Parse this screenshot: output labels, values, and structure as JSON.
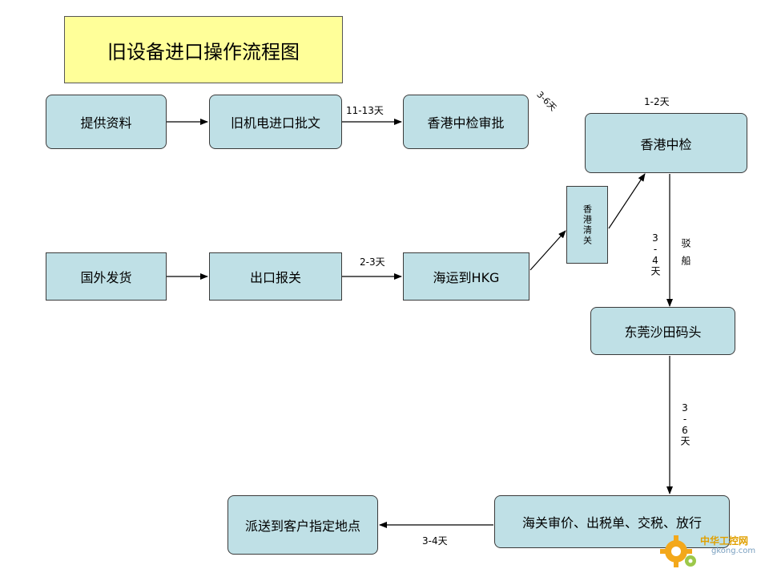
{
  "title": "旧设备进口操作流程图",
  "nodes": {
    "provide_docs": "提供资料",
    "approval_doc": "旧机电进口批文",
    "hk_inspect_approve": "香港中检审批",
    "hk_inspect": "香港中检",
    "ship_abroad": "国外发货",
    "export_declare": "出口报关",
    "sea_to_hkg": "海运到HKG",
    "hk_clearance": "香港清关",
    "dongguan_port": "东莞沙田码头",
    "customs": "海关审价、出税单、交税、放行",
    "deliver": "派送到客户指定地点"
  },
  "edge_labels": {
    "approval_to_inspect": "11-13天",
    "diag_3_6": "3-6天",
    "inspect_duration": "1-2天",
    "export_to_sea": "2-3天",
    "inspect_to_port_days": "3-4天",
    "inspect_to_port_action": "驳船",
    "port_to_customs": "3-6天",
    "customs_to_deliver": "3-4天"
  },
  "watermark": {
    "name": "中华工控网",
    "url": "gkong.com"
  },
  "colors": {
    "node_fill": "#bfe0e6",
    "title_fill": "#ffff99",
    "line": "#000000"
  }
}
